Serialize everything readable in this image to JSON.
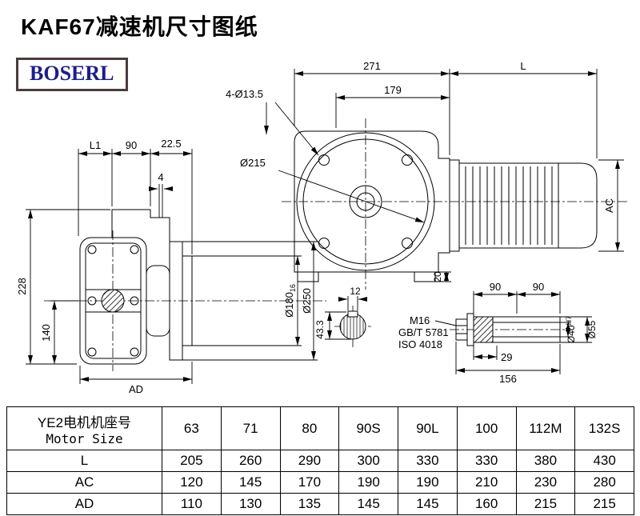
{
  "title": "KAF67减速机尺寸图纸",
  "logo": "BOSERL",
  "drawing": {
    "front_view": {
      "dim_271": "271",
      "dim_l": "L",
      "dim_179": "179",
      "holes": "4-Ø13.5",
      "flange_dia": "Ø215",
      "dim_ac": "AC",
      "dim_20": "20"
    },
    "side_view": {
      "dim_l1": "L1",
      "dim_90": "90",
      "dim_22_5": "22.5",
      "dim_4": "4",
      "dim_228": "228",
      "dim_140": "140",
      "dim_ad": "AD",
      "dia_180": "Ø180",
      "dia_180_tol": "16",
      "dia_250": "Ø250"
    },
    "shaft_section": {
      "dim_12": "12",
      "dim_43_3": "43.3"
    },
    "shaft_detail": {
      "dim_90_left": "90",
      "dim_90_right": "90",
      "thread": "M16",
      "standard_gb": "GB/T 5781",
      "standard_iso": "ISO 4018",
      "dim_29": "29",
      "dim_156": "156",
      "dia_40": "Ø40",
      "dia_40_tol": "H7",
      "dia_55": "Ø55"
    }
  },
  "table": {
    "header": {
      "line1": "YE2电机机座号",
      "line2": "Motor Size"
    },
    "motor_sizes": [
      "63",
      "71",
      "80",
      "90S",
      "90L",
      "100",
      "112M",
      "132S"
    ],
    "rows": [
      {
        "label": "L",
        "values": [
          "205",
          "260",
          "290",
          "300",
          "330",
          "330",
          "380",
          "430"
        ]
      },
      {
        "label": "AC",
        "values": [
          "120",
          "145",
          "170",
          "190",
          "190",
          "210",
          "230",
          "280"
        ]
      },
      {
        "label": "AD",
        "values": [
          "110",
          "130",
          "135",
          "145",
          "145",
          "160",
          "215",
          "215"
        ]
      }
    ]
  }
}
